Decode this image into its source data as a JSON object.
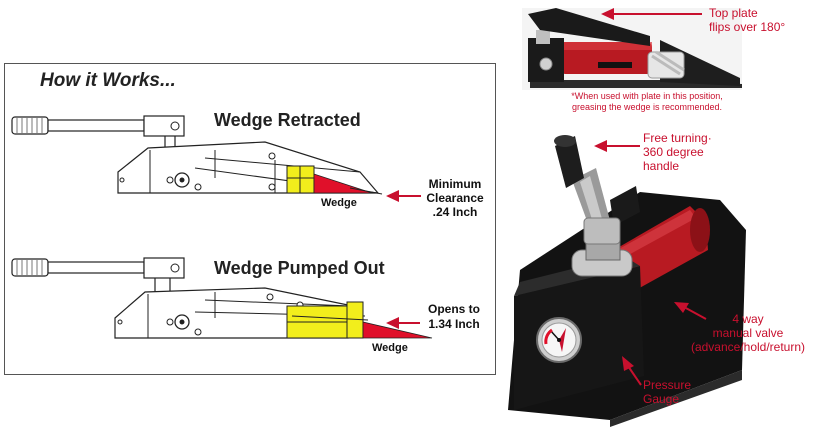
{
  "how_it_works": {
    "title": "How it Works...",
    "retracted": {
      "heading": "Wedge Retracted",
      "wedge_label": "Wedge",
      "clearance_label_lines": [
        "Minimum",
        "Clearance",
        ".24 Inch"
      ]
    },
    "pumped": {
      "heading": "Wedge Pumped Out",
      "wedge_label": "Wedge",
      "opens_label_lines": [
        "Opens to",
        "1.34 Inch"
      ]
    }
  },
  "product_callouts": {
    "top_plate_lines": [
      "Top plate",
      "flips over 180°"
    ],
    "grease_note_lines": [
      "*When used with plate in this position,",
      "greasing the wedge is recommended."
    ],
    "handle_lines": [
      "Free turning·",
      "360 degree",
      "handle"
    ],
    "valve_lines": [
      "4 way",
      "manual valve",
      "(advance/hold/return)"
    ],
    "gauge_lines": [
      "Pressure",
      "Gauge"
    ]
  },
  "colors": {
    "accent_red": "#c8102e",
    "wedge_red": "#e0102a",
    "block_yellow": "#f2ee1c",
    "pump_black": "#141414",
    "cylinder_red": "#b81a22"
  }
}
